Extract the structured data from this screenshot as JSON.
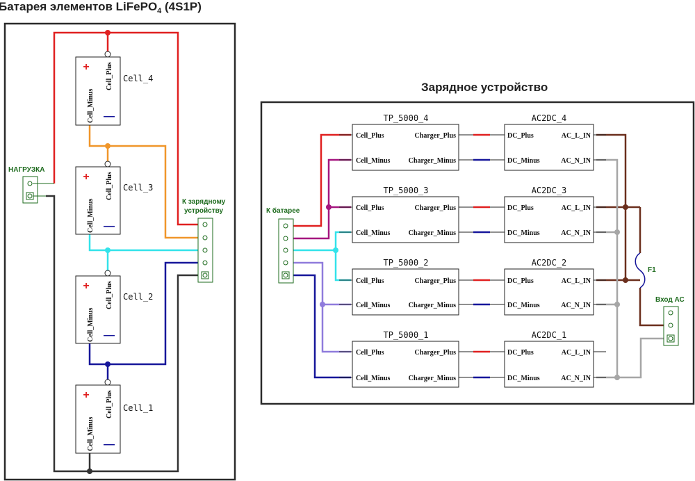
{
  "titles": {
    "battery_main": "Батарея элементов LiFePO",
    "battery_sub": "4",
    "battery_tail": " (4S1P)",
    "charger": "Зарядное устройство"
  },
  "cells": [
    {
      "name": "Cell_4",
      "plus": "Cell_Plus",
      "minus": "Cell_Minus",
      "plus_sign": "+",
      "minus_sign": "—"
    },
    {
      "name": "Cell_3",
      "plus": "Cell_Plus",
      "minus": "Cell_Minus",
      "plus_sign": "+",
      "minus_sign": "—"
    },
    {
      "name": "Cell_2",
      "plus": "Cell_Plus",
      "minus": "Cell_Minus",
      "plus_sign": "+",
      "minus_sign": "—"
    },
    {
      "name": "Cell_1",
      "plus": "Cell_Plus",
      "minus": "Cell_Minus",
      "plus_sign": "+",
      "minus_sign": "—"
    }
  ],
  "connectors": {
    "load": "НАГРУЗКА",
    "to_charger_1": "К зарядному",
    "to_charger_2": "устройству",
    "to_battery": "К батарее",
    "ac_input": "Вход АС"
  },
  "chargers": [
    {
      "tp": "TP_5000_4",
      "ac": "AC2DC_4"
    },
    {
      "tp": "TP_5000_3",
      "ac": "AC2DC_3"
    },
    {
      "tp": "TP_5000_2",
      "ac": "AC2DC_2"
    },
    {
      "tp": "TP_5000_1",
      "ac": "AC2DC_1"
    }
  ],
  "pins": {
    "cell_plus": "Cell_Plus",
    "cell_minus": "Cell_Minus",
    "charger_plus": "Charger_Plus",
    "charger_minus": "Charger_Minus",
    "dc_plus": "DC_Plus",
    "dc_minus": "DC_Minus",
    "ac_l": "AC_L_IN",
    "ac_n": "AC_N_IN"
  },
  "fuse": "F1",
  "colors": {
    "red": "#e02020",
    "orange": "#f0962a",
    "cyan": "#33e3ea",
    "navy": "#16169a",
    "magenta": "#a5167f",
    "violet": "#8f7bdc",
    "brown": "#6b2f1d",
    "gray": "#a6a6a6",
    "green": "#1e6b1e"
  }
}
